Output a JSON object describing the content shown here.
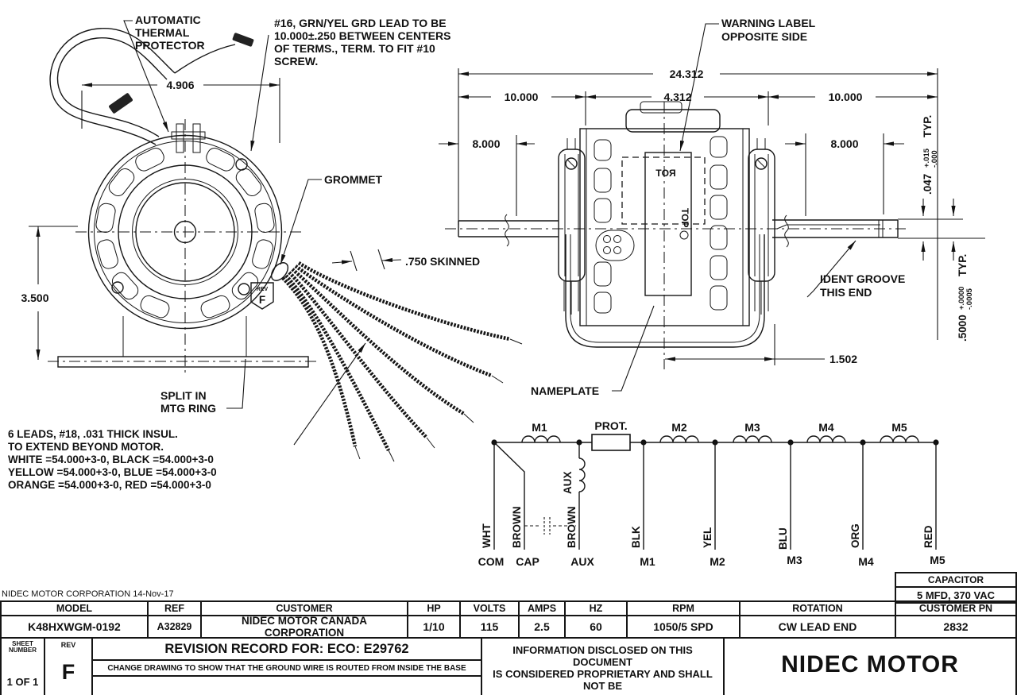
{
  "front_view": {
    "thermal_1": "AUTOMATIC",
    "thermal_2": "THERMAL",
    "thermal_3": "PROTECTOR",
    "grd_1": "#16, GRN/YEL GRD LEAD TO BE",
    "grd_2": "10.000±.250 BETWEEN CENTERS",
    "grd_3": "OF TERMS., TERM. TO FIT #10",
    "grd_4": "SCREW.",
    "dim_width": "4.906",
    "dim_height": "3.500",
    "grommet": "GROMMET",
    "skinned": ".750 SKINNED",
    "split_1": "SPLIT IN",
    "split_2": "MTG RING",
    "rev_small": "REV",
    "rev_letter": "F",
    "note_1": "6 LEADS, #18, .031 THICK INSUL.",
    "note_2": "TO EXTEND BEYOND MOTOR.",
    "note_3": "WHITE =54.000+3-0, BLACK =54.000+3-0",
    "note_4": "YELLOW =54.000+3-0, BLUE =54.000+3-0",
    "note_5": "ORANGE =54.000+3-0, RED =54.000+3-0"
  },
  "side_view": {
    "warning_1": "WARNING LABEL",
    "warning_2": "OPPOSITE SIDE",
    "ident_1": "IDENT GROOVE",
    "ident_2": "THIS END",
    "nameplate": "NAMEPLATE",
    "rot": "ROT",
    "top": "TOP",
    "dim_overall": "24.312",
    "dim_left": "10.000",
    "dim_mid": "4.312",
    "dim_right": "10.000",
    "dim_flat_left": "8.000",
    "dim_flat_right": "8.000",
    "dim_hub": "1.502",
    "tol1": {
      "v": ".047",
      "p": "+.015",
      "m": "-.000",
      "typ": "TYP."
    },
    "tol2": {
      "v": ".5000",
      "p": "+.0000",
      "m": "-.0005",
      "typ": "TYP."
    }
  },
  "schematic": {
    "coils": [
      "M1",
      "M2",
      "M3",
      "M4",
      "M5"
    ],
    "prot": "PROT.",
    "aux": "AUX",
    "wires": [
      "WHT",
      "BROWN",
      "BROWN",
      "BLK",
      "YEL",
      "BLU",
      "ORG",
      "RED"
    ],
    "terminals": [
      "COM",
      "CAP",
      "AUX",
      "M1",
      "M2",
      "M3",
      "M4",
      "M5"
    ]
  },
  "title_block": {
    "corp_line": "NIDEC MOTOR CORPORATION 14-Nov-17",
    "capacitor_label": "CAPACITOR",
    "capacitor_value": "5 MFD, 370 VAC",
    "columns": [
      "MODEL",
      "REF",
      "CUSTOMER",
      "HP",
      "VOLTS",
      "AMPS",
      "HZ",
      "RPM",
      "ROTATION",
      "CUSTOMER PN"
    ],
    "values": [
      "K48HXWGM-0192",
      "A32829",
      "NIDEC MOTOR CANADA CORPORATION",
      "1/10",
      "115",
      "2.5",
      "60",
      "1050/5 SPD",
      "CW LEAD END",
      "2832"
    ],
    "sheet_label_1": "SHEET",
    "sheet_label_2": "NUMBER",
    "sheet_value": "1 OF 1",
    "rev_label": "REV",
    "rev_value": "F",
    "revision_title": "REVISION RECORD FOR: ECO: E29762",
    "revision_note": "CHANGE DRAWING TO SHOW THAT THE GROUND WIRE IS ROUTED FROM INSIDE THE BASE",
    "proprietary_1": "INFORMATION DISCLOSED ON THIS DOCUMENT",
    "proprietary_2": "IS CONSIDERED PROPRIETARY AND SHALL NOT BE",
    "company": "NIDEC MOTOR"
  }
}
